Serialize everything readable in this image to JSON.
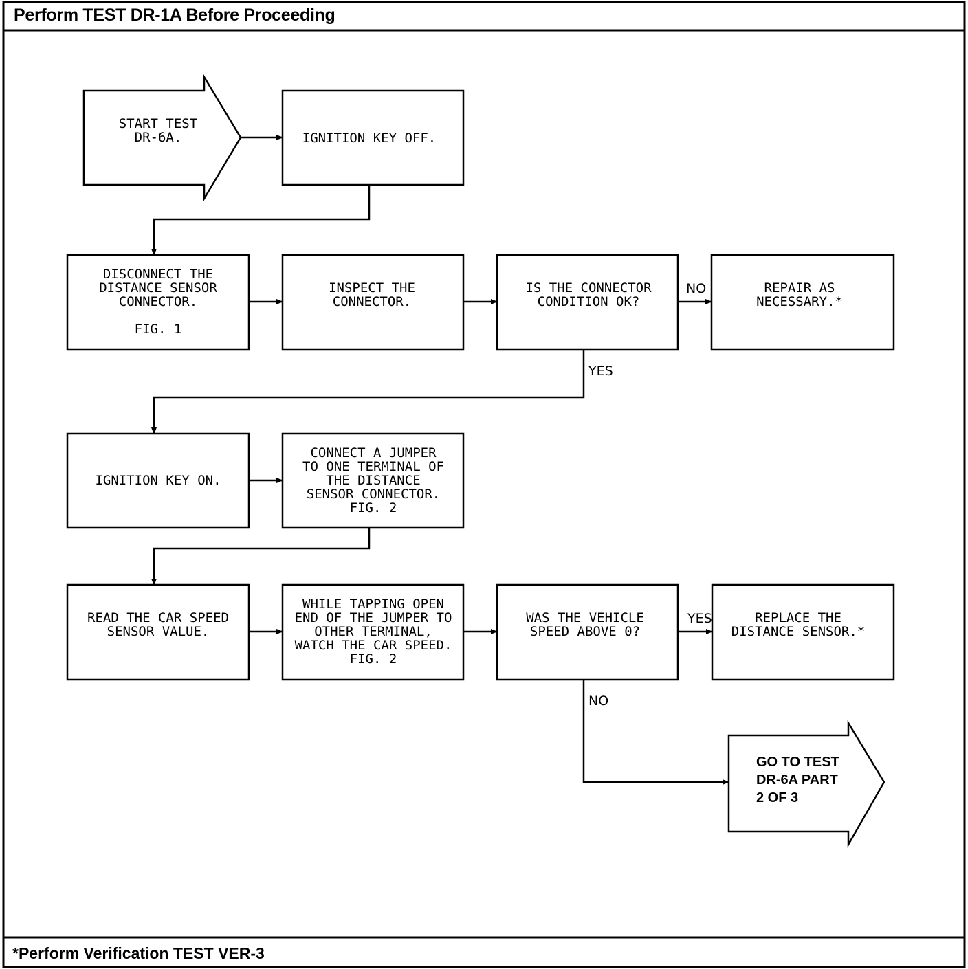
{
  "header": {
    "title": "Perform TEST DR-1A Before Proceeding"
  },
  "footer": {
    "note": "*Perform Verification TEST VER-3"
  },
  "nodes": {
    "start": [
      "START TEST",
      "DR-6A."
    ],
    "ignition_off": [
      "IGNITION KEY OFF."
    ],
    "disconnect": [
      "DISCONNECT THE",
      "DISTANCE SENSOR",
      "CONNECTOR.",
      "",
      "FIG. 1"
    ],
    "inspect": [
      "INSPECT THE",
      "CONNECTOR."
    ],
    "connector_ok": [
      "IS THE CONNECTOR",
      "CONDITION OK?"
    ],
    "repair": [
      "REPAIR AS",
      "NECESSARY.*"
    ],
    "ignition_on": [
      "IGNITION KEY ON."
    ],
    "jumper": [
      "CONNECT A JUMPER",
      "TO ONE TERMINAL OF",
      "THE DISTANCE",
      "SENSOR CONNECTOR.",
      "FIG. 2"
    ],
    "read_speed": [
      "READ THE CAR SPEED",
      "SENSOR VALUE."
    ],
    "tapping": [
      "WHILE TAPPING OPEN",
      "END OF THE JUMPER TO",
      "OTHER TERMINAL,",
      "WATCH THE CAR SPEED.",
      "FIG. 2"
    ],
    "speed_above": [
      "WAS THE VEHICLE",
      "SPEED ABOVE 0?"
    ],
    "replace": [
      "REPLACE THE",
      "DISTANCE SENSOR.*"
    ],
    "goto": [
      "GO TO TEST",
      "DR-6A PART",
      "2 OF 3"
    ]
  },
  "labels": {
    "no1": "NO",
    "yes1": "YES",
    "yes2": "YES",
    "no2": "NO"
  }
}
